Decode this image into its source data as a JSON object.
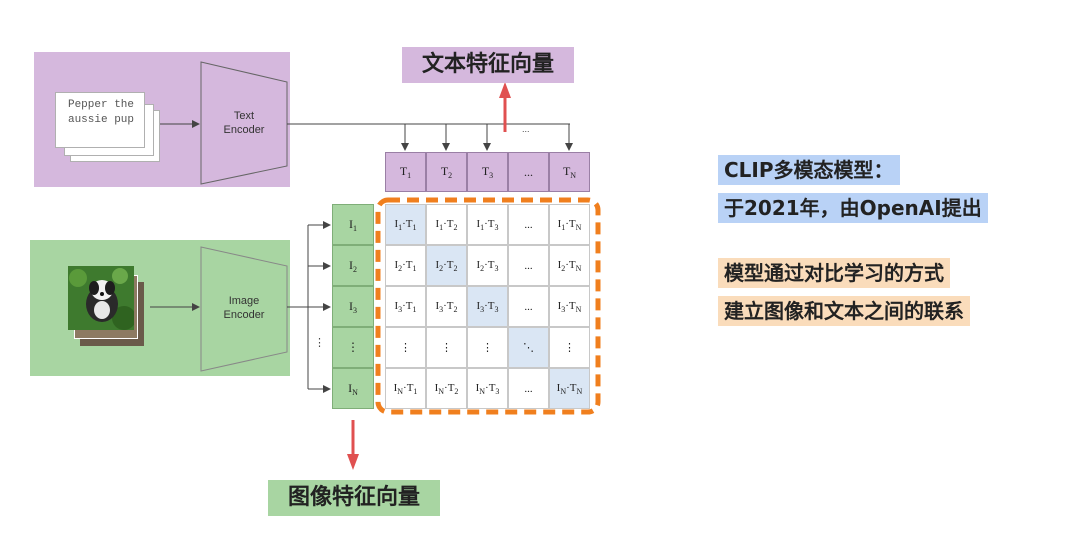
{
  "text_input": {
    "line1": "Pepper the",
    "line2": "aussie pup"
  },
  "text_encoder": {
    "line1": "Text",
    "line2": "Encoder"
  },
  "image_encoder": {
    "line1": "Image",
    "line2": "Encoder"
  },
  "text_feature_label": "文本特征向量",
  "image_feature_label": "图像特征向量",
  "text_arrow_ellipsis": "...",
  "t_cells": [
    {
      "base": "T",
      "sub": "1"
    },
    {
      "base": "T",
      "sub": "2"
    },
    {
      "base": "T",
      "sub": "3"
    },
    {
      "base": "...",
      "sub": ""
    },
    {
      "base": "T",
      "sub": "N"
    }
  ],
  "i_cells": [
    {
      "base": "I",
      "sub": "1"
    },
    {
      "base": "I",
      "sub": "2"
    },
    {
      "base": "I",
      "sub": "3"
    },
    {
      "base": "⋮",
      "sub": ""
    },
    {
      "base": "I",
      "sub": "N"
    }
  ],
  "i_column_dots": "⋮",
  "matrix": [
    [
      {
        "i": "1",
        "t": "1",
        "diag": true
      },
      {
        "i": "1",
        "t": "2"
      },
      {
        "i": "1",
        "t": "3"
      },
      {
        "dots": "..."
      },
      {
        "i": "1",
        "t": "N"
      }
    ],
    [
      {
        "i": "2",
        "t": "1"
      },
      {
        "i": "2",
        "t": "2",
        "diag": true
      },
      {
        "i": "2",
        "t": "3"
      },
      {
        "dots": "..."
      },
      {
        "i": "2",
        "t": "N"
      }
    ],
    [
      {
        "i": "3",
        "t": "1"
      },
      {
        "i": "3",
        "t": "2"
      },
      {
        "i": "3",
        "t": "3",
        "diag": true
      },
      {
        "dots": "..."
      },
      {
        "i": "3",
        "t": "N"
      }
    ],
    [
      {
        "dots": "⋮"
      },
      {
        "dots": "⋮"
      },
      {
        "dots": "⋮"
      },
      {
        "dots": "⋱",
        "diag": true
      },
      {
        "dots": "⋮"
      }
    ],
    [
      {
        "i": "N",
        "t": "1"
      },
      {
        "i": "N",
        "t": "2"
      },
      {
        "i": "N",
        "t": "3"
      },
      {
        "dots": "..."
      },
      {
        "i": "N",
        "t": "N",
        "diag": true
      }
    ]
  ],
  "notes": {
    "clip_line1": "CLIP多模态模型：",
    "clip_line2": "于2021年，由OpenAI提出",
    "contrast_line1": "模型通过对比学习的方式",
    "contrast_line2": "建立图像和文本之间的联系"
  },
  "colors": {
    "text_panel": "#d5b8dd",
    "image_panel": "#a8d5a2",
    "diagonal": "#dae6f4",
    "dashed_border": "#f07f1e",
    "red_arrow": "#e05050",
    "blue_note": "#b9d2f6",
    "orange_note": "#fadcbb"
  }
}
